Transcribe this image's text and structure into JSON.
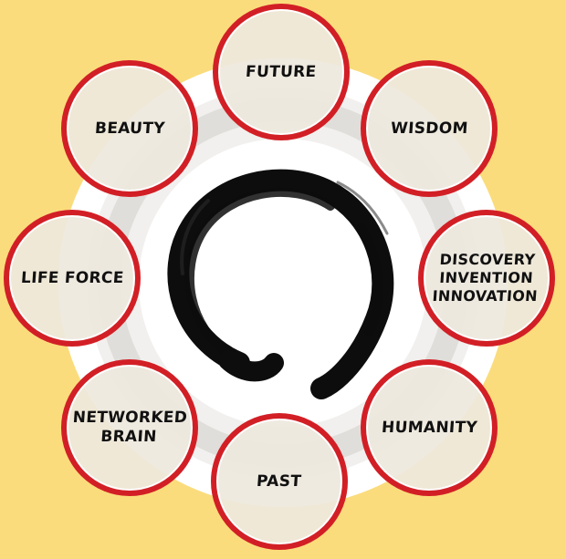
{
  "diagram": {
    "center_symbol": "enso-circle-icon",
    "colors": {
      "background": "#fbdc7c",
      "ring": "#ffffff",
      "node_border": "#d21f26",
      "node_fill": "#eee8de",
      "ink": "#111111"
    },
    "nodes": [
      {
        "id": "future",
        "label": "FUTURE"
      },
      {
        "id": "wisdom",
        "label": "WISDOM"
      },
      {
        "id": "discovery",
        "label": "DISCOVERY\nINVENTION\nINNOVATION"
      },
      {
        "id": "humanity",
        "label": "HUMANITY"
      },
      {
        "id": "past",
        "label": "PAST"
      },
      {
        "id": "networked-brain",
        "label": "NETWORKED\nBRAIN"
      },
      {
        "id": "life-force",
        "label": "LIFE FORCE"
      },
      {
        "id": "beauty",
        "label": "BEAUTY"
      }
    ]
  }
}
